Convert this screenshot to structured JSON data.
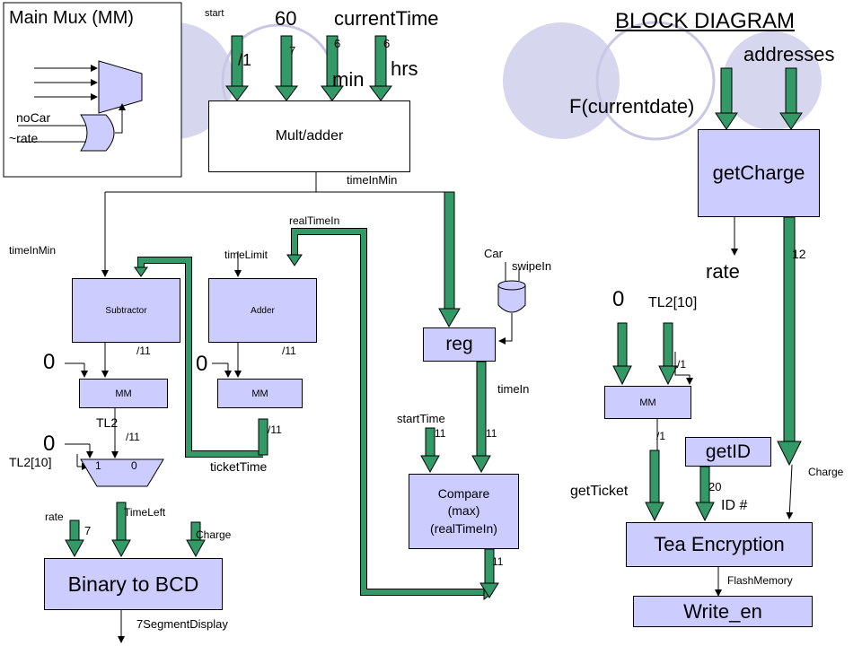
{
  "title": "BLOCK DIAGRAM",
  "main_mux": {
    "title": "Main Mux (MM)",
    "no_car": "noCar",
    "not_rate": "~rate"
  },
  "top_inputs": {
    "start": "start",
    "sixty": "60",
    "current_time": "currentTime",
    "w1": "/1",
    "w7": "7",
    "w6a": "6",
    "w6b": "6",
    "min": "min",
    "hrs": "hrs"
  },
  "blocks": {
    "mult_adder": "Mult/adder",
    "subtractor": "Subtractor",
    "adder": "Adder",
    "mm_left": "MM",
    "mm_mid": "MM",
    "mm_right": "MM",
    "reg": "reg",
    "compare_line1": "Compare",
    "compare_line2": "(max)",
    "compare_line3": "(realTimeIn)",
    "binary_bcd": "Binary to BCD",
    "get_charge": "getCharge",
    "get_id": "getID",
    "tea": "Tea Encryption",
    "write_en": "Write_en",
    "mux_in1": "1",
    "mux_in0": "0"
  },
  "signals": {
    "time_in_min_top": "timeInMin",
    "real_time_in": "realTimeIn",
    "time_in_min_left": "timeInMin",
    "time_limit": "timeLimit",
    "car": "Car",
    "swipe_in": "swipeIn",
    "w11_sub": "/11",
    "w11_add": "/11",
    "zero_left": "0",
    "zero_mid": "0",
    "tl2": "TL2",
    "w11_mm": "/11",
    "w11_mm2": "/11",
    "zero_mux": "0",
    "tl2_10_left": "TL2[10]",
    "ticket_time": "ticketTime",
    "rate_in": "rate",
    "w7_rate": "7",
    "time_left": "TimeLeft",
    "charge_in": "Charge",
    "seg_display": "7SegmentDisplay",
    "time_in": "timeIn",
    "start_time": "startTime",
    "w11_st": "11",
    "w11_ti": "11",
    "w11_cmp": "11",
    "f_current_date": "F(currentdate)",
    "addresses": "addresses",
    "rate_out": "rate",
    "w12": "12",
    "zero_right": "0",
    "tl2_10_right": "TL2[10]",
    "w1_r": "/1",
    "w1_mm": "/1",
    "get_ticket": "getTicket",
    "w20": "20",
    "id_num": "ID #",
    "charge_out": "Charge",
    "flash_memory": "FlashMemory"
  },
  "colors": {
    "block_fill": "#ccccff",
    "circle_fill": "#d6d6ef",
    "arrow_green": "#339966",
    "line": "#000000"
  }
}
